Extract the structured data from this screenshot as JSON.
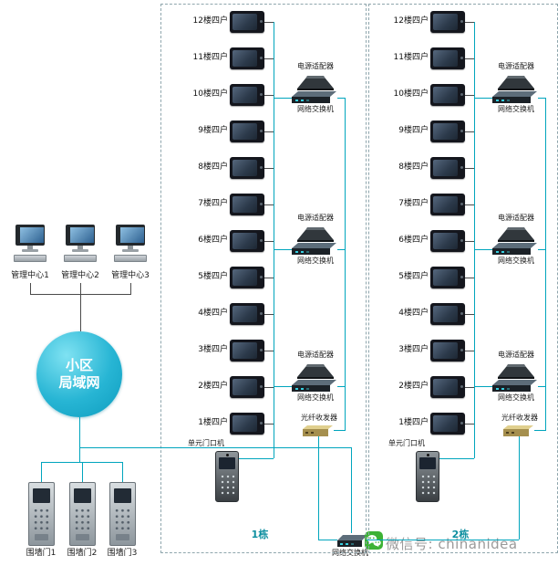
{
  "left_panel": {
    "management_centers": [
      {
        "label": "管理中心1"
      },
      {
        "label": "管理中心2"
      },
      {
        "label": "管理中心3"
      }
    ],
    "lan": {
      "line1": "小区",
      "line2": "局域网"
    },
    "gates": [
      {
        "label": "围墙门1"
      },
      {
        "label": "围墙门2"
      },
      {
        "label": "围墙门3"
      }
    ]
  },
  "buildings": [
    {
      "name": "1栋",
      "floors": [
        "12楼四户",
        "11楼四户",
        "10楼四户",
        "9楼四户",
        "8楼四户",
        "7楼四户",
        "6楼四户",
        "5楼四户",
        "4楼四户",
        "3楼四户",
        "2楼四户",
        "1楼四户"
      ],
      "power_adapter_label": "电源适配器",
      "switch_label": "网络交换机",
      "fiber_label": "光纤收发器",
      "entry_label": "单元门口机"
    },
    {
      "name": "2栋",
      "floors": [
        "12楼四户",
        "11楼四户",
        "10楼四户",
        "9楼四户",
        "8楼四户",
        "7楼四户",
        "6楼四户",
        "5楼四户",
        "4楼四户",
        "3楼四户",
        "2楼四户",
        "1楼四户"
      ],
      "power_adapter_label": "电源适配器",
      "switch_label": "网络交换机",
      "fiber_label": "光纤收发器",
      "entry_label": "单元门口机"
    }
  ],
  "core_switch": {
    "label": "网络交换机"
  },
  "watermark": {
    "text": "微信号: chinanidea"
  },
  "colors": {
    "line": "#00a5bd",
    "accent": "#0e8fa0",
    "wechat_green": "#3db235"
  }
}
